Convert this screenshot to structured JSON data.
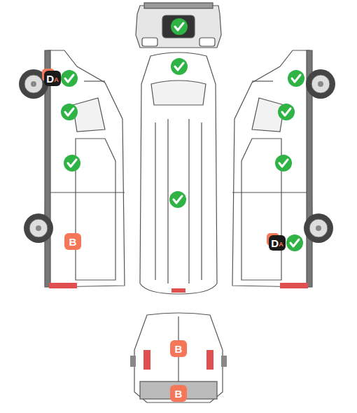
{
  "diagram": {
    "nodes": [
      {
        "text": [
          "D",
          "A"
        ]
      },
      {
        "text": [
          "B"
        ]
      },
      {
        "text": [
          "D",
          "A"
        ]
      },
      {
        "text": [
          "B"
        ]
      },
      {
        "text": [
          "B"
        ]
      }
    ]
  }
}
